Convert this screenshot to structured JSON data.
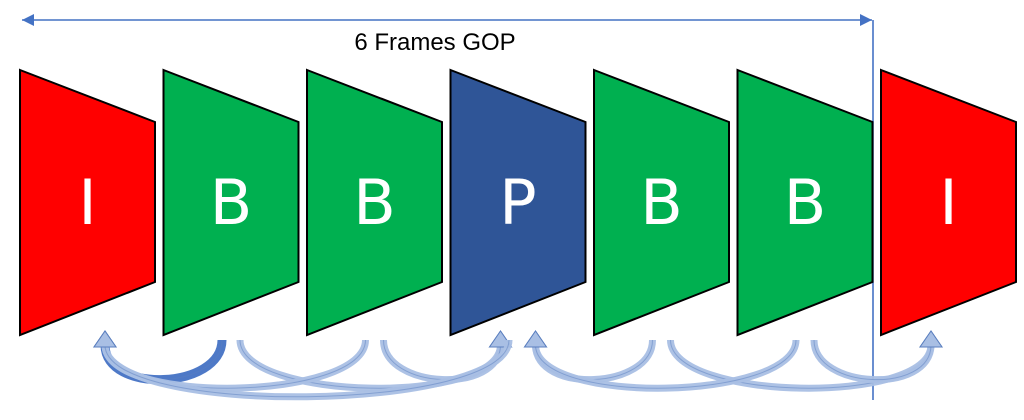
{
  "gop": {
    "label": "6 Frames GOP",
    "line_color": "#4472C4"
  },
  "frames": [
    {
      "type": "I",
      "label": "I",
      "color": "#FF0000"
    },
    {
      "type": "B",
      "label": "B",
      "color": "#00B050"
    },
    {
      "type": "B",
      "label": "B",
      "color": "#00B050"
    },
    {
      "type": "P",
      "label": "P",
      "color": "#2F5597"
    },
    {
      "type": "B",
      "label": "B",
      "color": "#00B050"
    },
    {
      "type": "B",
      "label": "B",
      "color": "#00B050"
    },
    {
      "type": "I",
      "label": "I",
      "color": "#FF0000"
    }
  ],
  "references": [
    {
      "from": 1,
      "to": 0
    },
    {
      "from": 1,
      "to": 3
    },
    {
      "from": 2,
      "to": 0
    },
    {
      "from": 2,
      "to": 3
    },
    {
      "from": 3,
      "to": 0
    },
    {
      "from": 4,
      "to": 3
    },
    {
      "from": 4,
      "to": 6
    },
    {
      "from": 5,
      "to": 3
    },
    {
      "from": 5,
      "to": 6
    }
  ],
  "arrow_colors": {
    "light": "#A9BFE4",
    "dark": "#4472C4",
    "outline": "#5B7FBF"
  }
}
